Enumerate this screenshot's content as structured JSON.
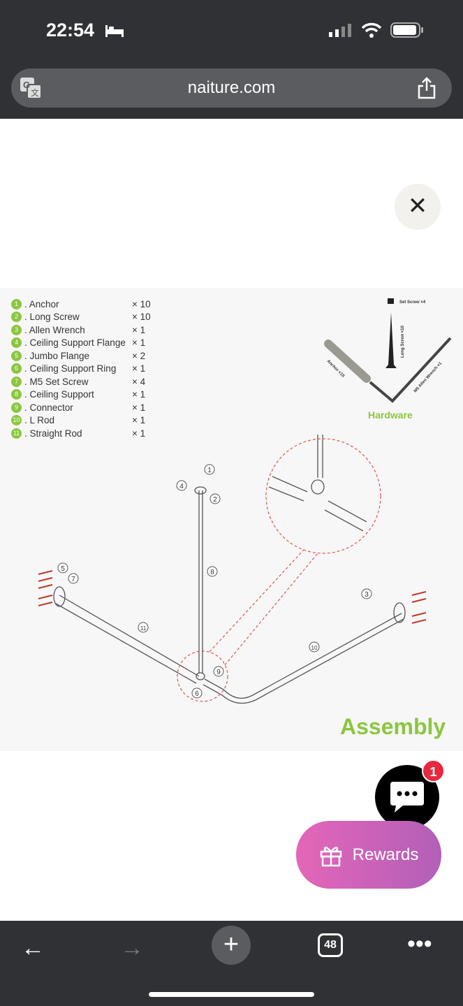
{
  "status_bar": {
    "time": "22:54"
  },
  "browser": {
    "url": "naiture.com",
    "tab_count": "48"
  },
  "parts": [
    {
      "n": "1",
      "name": ". Anchor",
      "qty": "× 10"
    },
    {
      "n": "2",
      "name": ". Long Screw",
      "qty": "× 10"
    },
    {
      "n": "3",
      "name": ". Allen Wrench",
      "qty": "× 1"
    },
    {
      "n": "4",
      "name": ". Ceiling Support Flange",
      "qty": "× 1"
    },
    {
      "n": "5",
      "name": ". Jumbo Flange",
      "qty": "× 2"
    },
    {
      "n": "6",
      "name": ". Ceiling Support Ring",
      "qty": "× 1"
    },
    {
      "n": "7",
      "name": ". M5 Set Screw",
      "qty": "× 4"
    },
    {
      "n": "8",
      "name": ". Ceiling Support",
      "qty": "× 1"
    },
    {
      "n": "9",
      "name": ". Connector",
      "qty": "× 1"
    },
    {
      "n": "10",
      "name": ". L Rod",
      "qty": "× 1"
    },
    {
      "n": "11",
      "name": ". Straight Rod",
      "qty": "× 1"
    }
  ],
  "hardware": {
    "title": "Hardware",
    "set_screw": "Set Screw ×4",
    "long_screw": "Long Screw ×10",
    "anchor": "Anchor ×10",
    "wrench": "M5 Allen Wrench ×1"
  },
  "assembly": {
    "title": "Assembly",
    "callouts": [
      "1",
      "2",
      "3",
      "4",
      "5",
      "6",
      "7",
      "8",
      "9",
      "10",
      "11"
    ]
  },
  "chat": {
    "badge": "1"
  },
  "rewards": {
    "label": "Rewards"
  }
}
